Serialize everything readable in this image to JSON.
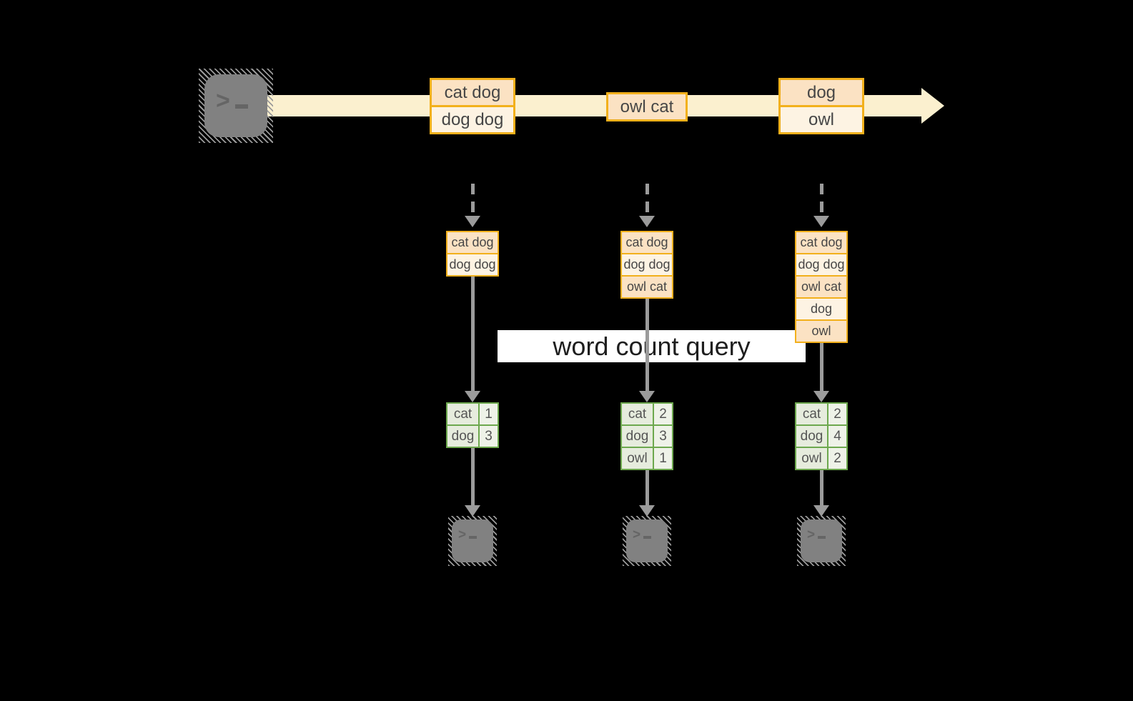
{
  "banner": {
    "label": "word count query"
  },
  "stream": {
    "source_icon": "terminal-icon",
    "messages": [
      {
        "rows": [
          {
            "text": "cat dog",
            "tone": "peach"
          },
          {
            "text": "dog dog",
            "tone": "cream"
          }
        ]
      },
      {
        "rows": [
          {
            "text": "owl cat",
            "tone": "peach"
          }
        ]
      },
      {
        "rows": [
          {
            "text": "dog",
            "tone": "peach"
          },
          {
            "text": "owl",
            "tone": "cream"
          }
        ]
      }
    ]
  },
  "tasks": [
    {
      "buffer": [
        {
          "text": "cat dog",
          "tone": "peach"
        },
        {
          "text": "dog dog",
          "tone": "cream"
        }
      ],
      "counts": [
        {
          "word": "cat",
          "value": "1"
        },
        {
          "word": "dog",
          "value": "3"
        }
      ],
      "sink_icon": "terminal-icon"
    },
    {
      "buffer": [
        {
          "text": "cat dog",
          "tone": "peach"
        },
        {
          "text": "dog dog",
          "tone": "cream"
        },
        {
          "text": "owl cat",
          "tone": "peach"
        }
      ],
      "counts": [
        {
          "word": "cat",
          "value": "2"
        },
        {
          "word": "dog",
          "value": "3"
        },
        {
          "word": "owl",
          "value": "1"
        }
      ],
      "sink_icon": "terminal-icon"
    },
    {
      "buffer": [
        {
          "text": "cat dog",
          "tone": "peach"
        },
        {
          "text": "dog dog",
          "tone": "cream"
        },
        {
          "text": "owl cat",
          "tone": "peach"
        },
        {
          "text": "dog",
          "tone": "cream"
        },
        {
          "text": "owl",
          "tone": "peach"
        }
      ],
      "counts": [
        {
          "word": "cat",
          "value": "2"
        },
        {
          "word": "dog",
          "value": "4"
        },
        {
          "word": "owl",
          "value": "2"
        }
      ],
      "sink_icon": "terminal-icon"
    }
  ],
  "colors": {
    "background": "#000000",
    "stream_band": "#fbf0cf",
    "message_border": "#f2b01c",
    "fill_peach": "#fbe2c3",
    "fill_cream": "#fdf3e3",
    "table_border": "#6da84e",
    "table_cell_word": "#e6ecdd",
    "table_cell_count": "#eef2e8",
    "arrow_gray": "#9b9b9b",
    "terminal_gray": "#818181",
    "banner_background": "#ffffff",
    "banner_text": "#1e1e1e"
  }
}
